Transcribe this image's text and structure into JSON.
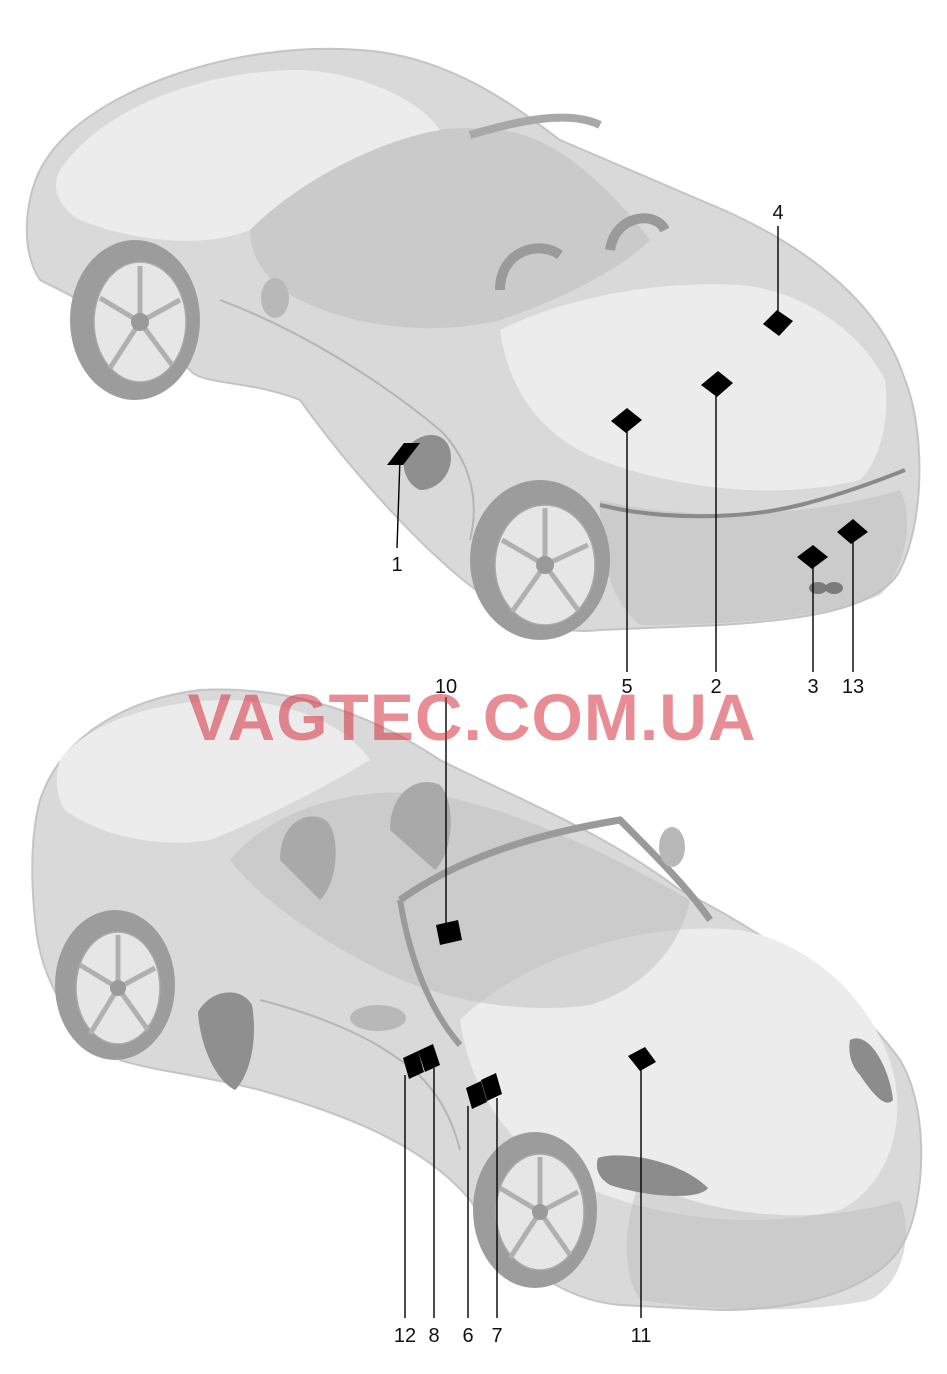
{
  "watermark": "VAGTEC.COM.UA",
  "callouts": {
    "c1": "1",
    "c2": "2",
    "c3": "3",
    "c4": "4",
    "c5": "5",
    "c6": "6",
    "c7": "7",
    "c8": "8",
    "c10": "10",
    "c11": "11",
    "c12": "12",
    "c13": "13"
  }
}
